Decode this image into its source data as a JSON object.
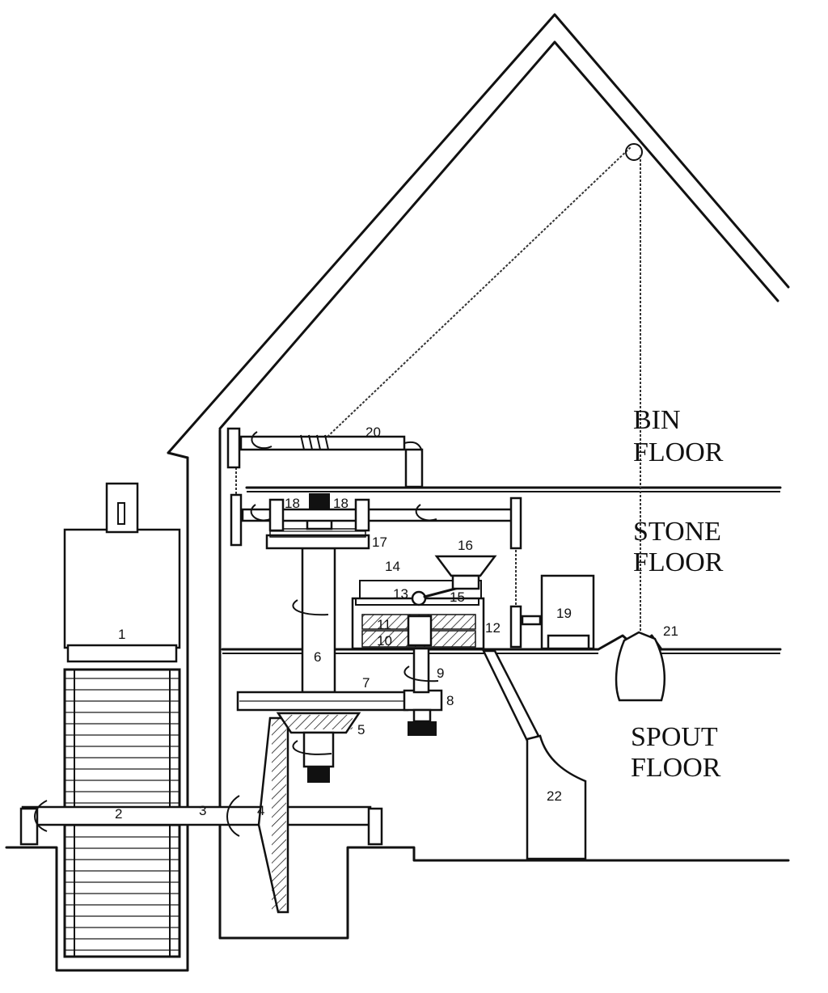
{
  "floors": {
    "bin": [
      "BIN",
      "FLOOR"
    ],
    "stone": [
      "STONE",
      "FLOOR"
    ],
    "spout": [
      "SPOUT",
      "FLOOR"
    ]
  },
  "parts": [
    "1",
    "2",
    "3",
    "4",
    "5",
    "6",
    "7",
    "8",
    "9",
    "10",
    "11",
    "12",
    "13",
    "14",
    "15",
    "16",
    "17",
    "18",
    "18",
    "19",
    "20",
    "21",
    "22"
  ]
}
